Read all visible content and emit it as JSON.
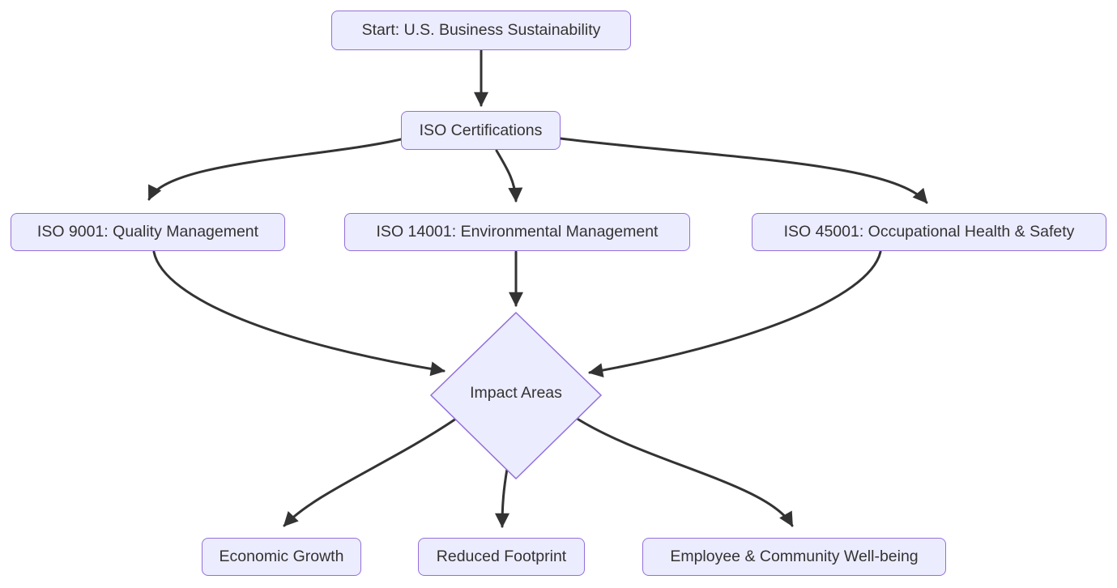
{
  "diagram": {
    "type": "flowchart",
    "direction": "top-down",
    "colors": {
      "background": "#ffffff",
      "node_fill": "#ECECFF",
      "node_border": "#9370DB",
      "node_text": "#333333",
      "edge": "#333333"
    },
    "nodes": [
      {
        "id": "start",
        "label": "Start: U.S. Business Sustainability",
        "shape": "rounded-rect"
      },
      {
        "id": "iso",
        "label": "ISO Certifications",
        "shape": "rounded-rect"
      },
      {
        "id": "iso9001",
        "label": "ISO 9001: Quality Management",
        "shape": "rounded-rect"
      },
      {
        "id": "iso14001",
        "label": "ISO 14001: Environmental Management",
        "shape": "rounded-rect"
      },
      {
        "id": "iso45001",
        "label": "ISO 45001: Occupational Health & Safety",
        "shape": "rounded-rect"
      },
      {
        "id": "impact",
        "label": "Impact Areas",
        "shape": "diamond"
      },
      {
        "id": "economic",
        "label": "Economic Growth",
        "shape": "rounded-rect"
      },
      {
        "id": "reduced",
        "label": "Reduced Footprint",
        "shape": "rounded-rect"
      },
      {
        "id": "employee",
        "label": "Employee & Community Well-being",
        "shape": "rounded-rect"
      }
    ],
    "edges": [
      {
        "from": "start",
        "to": "iso"
      },
      {
        "from": "iso",
        "to": "iso9001"
      },
      {
        "from": "iso",
        "to": "iso14001"
      },
      {
        "from": "iso",
        "to": "iso45001"
      },
      {
        "from": "iso9001",
        "to": "impact"
      },
      {
        "from": "iso14001",
        "to": "impact"
      },
      {
        "from": "iso45001",
        "to": "impact"
      },
      {
        "from": "impact",
        "to": "economic"
      },
      {
        "from": "impact",
        "to": "reduced"
      },
      {
        "from": "impact",
        "to": "employee"
      }
    ]
  }
}
